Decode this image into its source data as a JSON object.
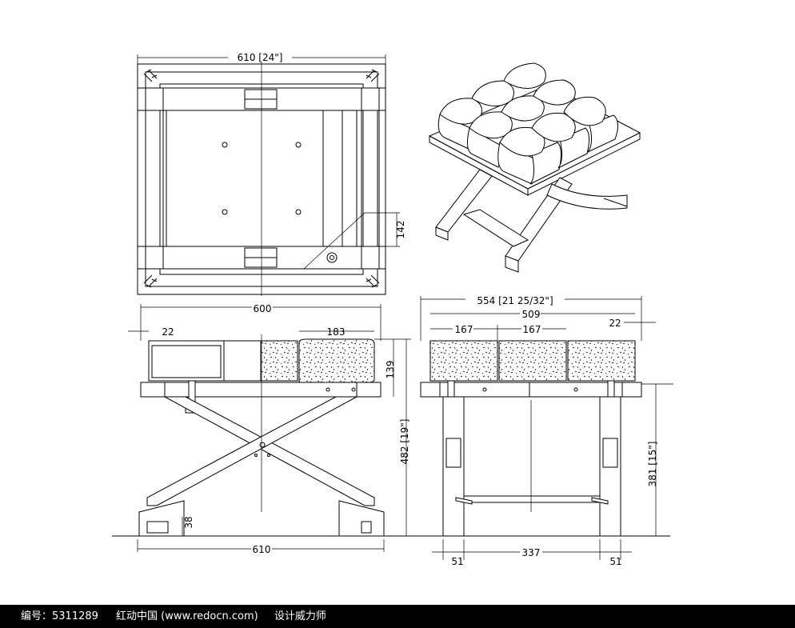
{
  "dimensions": {
    "top_width": "610 [24\"]",
    "top_side": "142",
    "front_width": "600",
    "front_left_margin": "22",
    "front_cushion": "183",
    "front_cushion_height": "139",
    "front_height": "482 [19\"]",
    "front_foot": "38",
    "front_base": "610",
    "side_width": "554 [21 25/32\"]",
    "side_inner": "509",
    "side_cushion_a": "167",
    "side_cushion_b": "167",
    "side_right_margin": "22",
    "side_height": "381 [15\"]",
    "side_leg_left": "51",
    "side_span": "337",
    "side_leg_right": "51"
  },
  "footer": {
    "id_label": "编号：5311289",
    "site": "红动中国 (www.redocn.com)",
    "tagline": "设计威力师"
  }
}
